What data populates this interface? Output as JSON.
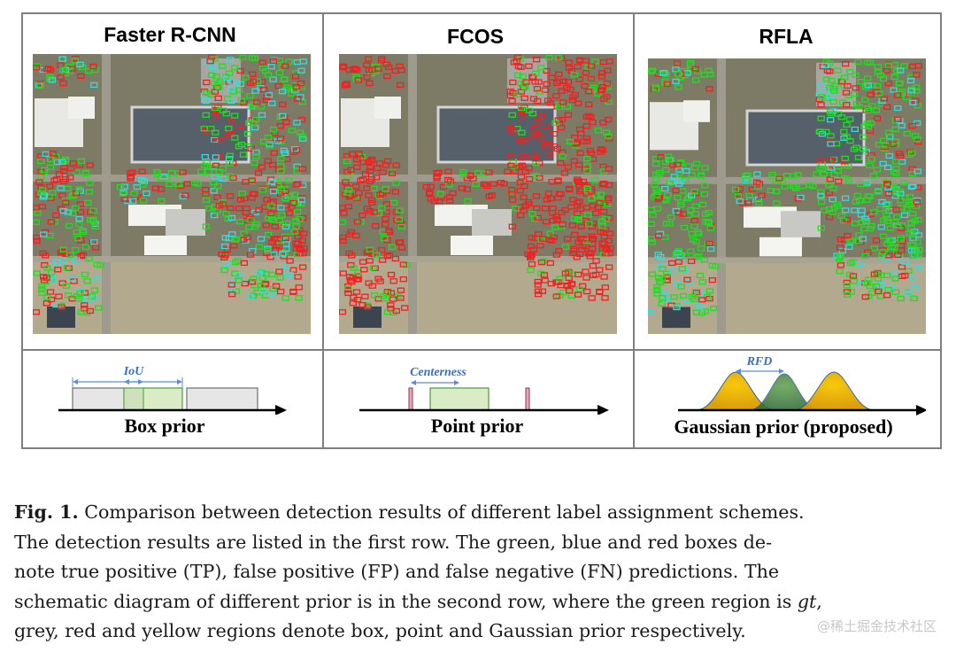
{
  "figure": {
    "panels": [
      {
        "id": "faster-rcnn",
        "title": "Faster R-CNN",
        "prior_label": "Box prior"
      },
      {
        "id": "fcos",
        "title": "FCOS",
        "prior_label": "Point prior"
      },
      {
        "id": "rfla",
        "title": "RFLA",
        "prior_label": "Gaussian prior (proposed)"
      }
    ],
    "diagram_labels": {
      "iou": "IoU",
      "centerness": "Centerness",
      "rfd": "RFD"
    },
    "colors": {
      "true_positive": "#22dd22",
      "false_positive": "#33dddd",
      "false_negative": "#ee2222",
      "box_prior": "#e6e6e6",
      "gt_region": "#d9ecc6",
      "point_prior": "#e8a6b8",
      "gaussian_prior": "#f0b200",
      "gaussian_gt": "#3f8a3f",
      "arrow": "#5b8fd8"
    }
  },
  "caption": {
    "label": "Fig. 1.",
    "line1": "Comparison between detection results of different label assignment schemes.",
    "line2": "The detection results are listed in the first row. The green, blue and red boxes de-",
    "line3": "note true positive (TP), false positive (FP) and false negative (FN) predictions. The",
    "line4a": "schematic diagram of different prior is in the second row, where the green region is ",
    "line4_gt": "gt",
    "line4b": ",",
    "line5": "grey, red and yellow regions denote box, point and Gaussian prior respectively."
  },
  "watermark": "@稀土掘金技术社区"
}
